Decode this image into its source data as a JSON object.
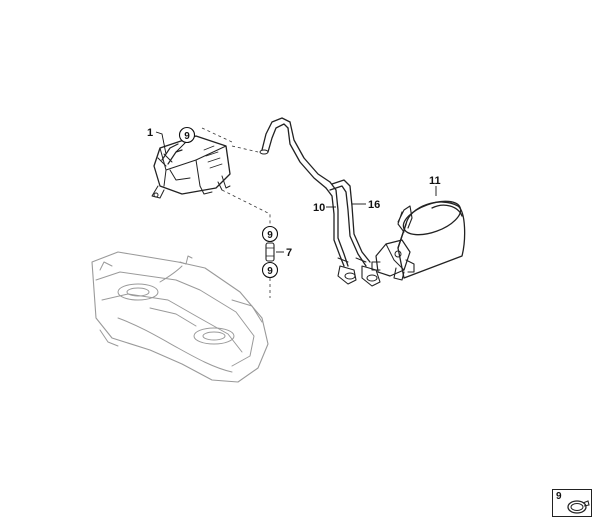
{
  "parts": {
    "carbon_canister_container": "1",
    "fuel_filter": "11",
    "vent_line_front": "10",
    "vent_line_rear": "16",
    "connector": "7"
  },
  "callouts": {
    "clamp_top": "9",
    "clamp_connector_upper": "9",
    "clamp_connector_lower": "9"
  },
  "key": {
    "clamp_number": "9"
  }
}
